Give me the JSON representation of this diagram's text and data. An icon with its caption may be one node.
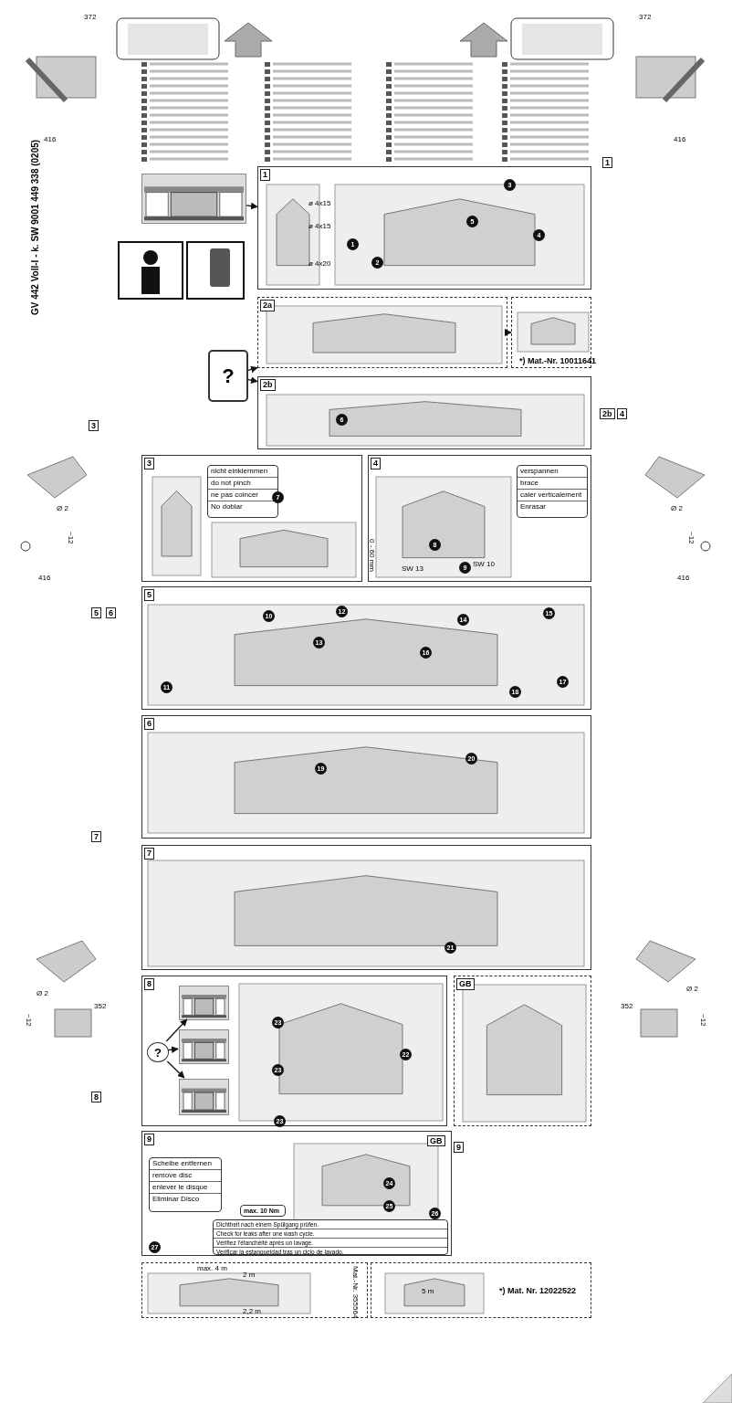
{
  "diagram": {
    "nodes": [
      {
        "text": [
          "1"
        ]
      },
      {
        "text": [
          "2a"
        ]
      },
      {
        "text": [
          "2b"
        ]
      },
      {
        "text": [
          "?"
        ]
      },
      {
        "text": [
          "3"
        ]
      },
      {
        "text": [
          "nicht einklemmen",
          "do not pinch",
          "ne pas coincer",
          "No doblar"
        ],
        "in": 4
      },
      {
        "text": [
          "4"
        ]
      },
      {
        "text": [
          "verspannen",
          "brace",
          "caler verticalement",
          "Enrasar"
        ],
        "in": 6
      },
      {
        "text": [
          "5"
        ]
      },
      {
        "text": [
          "6"
        ]
      },
      {
        "text": [
          "7"
        ]
      },
      {
        "text": [
          "8"
        ]
      },
      {
        "text": [
          "?"
        ],
        "in": 11
      },
      {
        "text": [
          "GB"
        ]
      },
      {
        "text": [
          "9"
        ]
      },
      {
        "text": [
          "Scheibe entfernen",
          "remove disc",
          "enlever le disque",
          "Eliminar Disco"
        ],
        "in": 14
      },
      {
        "text": [
          "Dichtheit nach einem Spülgang prüfen.",
          "Check for leaks after one wash cycle.",
          "Vérifiez l'étanchéité après un lavage.",
          "Verificar la estanqueidad tras un ciclo de lavado."
        ],
        "in": 14
      },
      {
        "text": [
          "max. 10 Nm"
        ],
        "in": 14
      },
      {
        "text": [
          "max. 4 m",
          "2 m",
          "2,2 m",
          "Mat.-Nr. 355564"
        ]
      },
      {
        "text": [
          "5 m",
          "*) Mat. Nr. 12022522"
        ]
      },
      {
        "text": [
          "*) Mat.-Nr. 10011641"
        ]
      },
      {
        "text": [],
        "shape": "picture"
      },
      {
        "text": [],
        "shape": "picture",
        "in": 11
      },
      {
        "text": [],
        "shape": "picture",
        "in": 11
      },
      {
        "text": [],
        "shape": "picture",
        "in": 11
      }
    ],
    "edges": [
      {
        "from": 21,
        "to": 0,
        "arrow": "to"
      },
      {
        "from": 3,
        "to": 1,
        "arrow": "to"
      },
      {
        "from": 3,
        "to": 2,
        "arrow": "to"
      },
      {
        "from": 1,
        "to": 20,
        "arrow": "to"
      },
      {
        "from": 12,
        "to": 22,
        "arrow": "to"
      },
      {
        "from": 12,
        "to": 23,
        "arrow": "to"
      },
      {
        "from": 12,
        "to": 24,
        "arrow": "to"
      }
    ],
    "labels": [
      "372",
      "372",
      "416",
      "416",
      "GV 442 Voll-I - k. SW 9001 449 338 (0205)",
      "1",
      "2b",
      "4",
      "3",
      "5",
      "6",
      "7",
      "8",
      "9",
      "Ø 2",
      "~12",
      "416",
      "Ø 2",
      "~12",
      "416",
      "Ø 2",
      "~12",
      "352",
      "352",
      "Ø 2",
      "~12",
      "ø 4x15",
      "ø 4x15",
      "ø 4x20",
      "1",
      "2",
      "3",
      "4",
      "5",
      "6",
      "7",
      "0 - 60 mm",
      "SW 13",
      "SW 10",
      "8",
      "9",
      "10",
      "11",
      "12",
      "13",
      "14",
      "15",
      "16",
      "17",
      "18",
      "19",
      "20",
      "21",
      "23",
      "23",
      "22",
      "23",
      "24",
      "25",
      "26",
      "27",
      "GB"
    ]
  }
}
